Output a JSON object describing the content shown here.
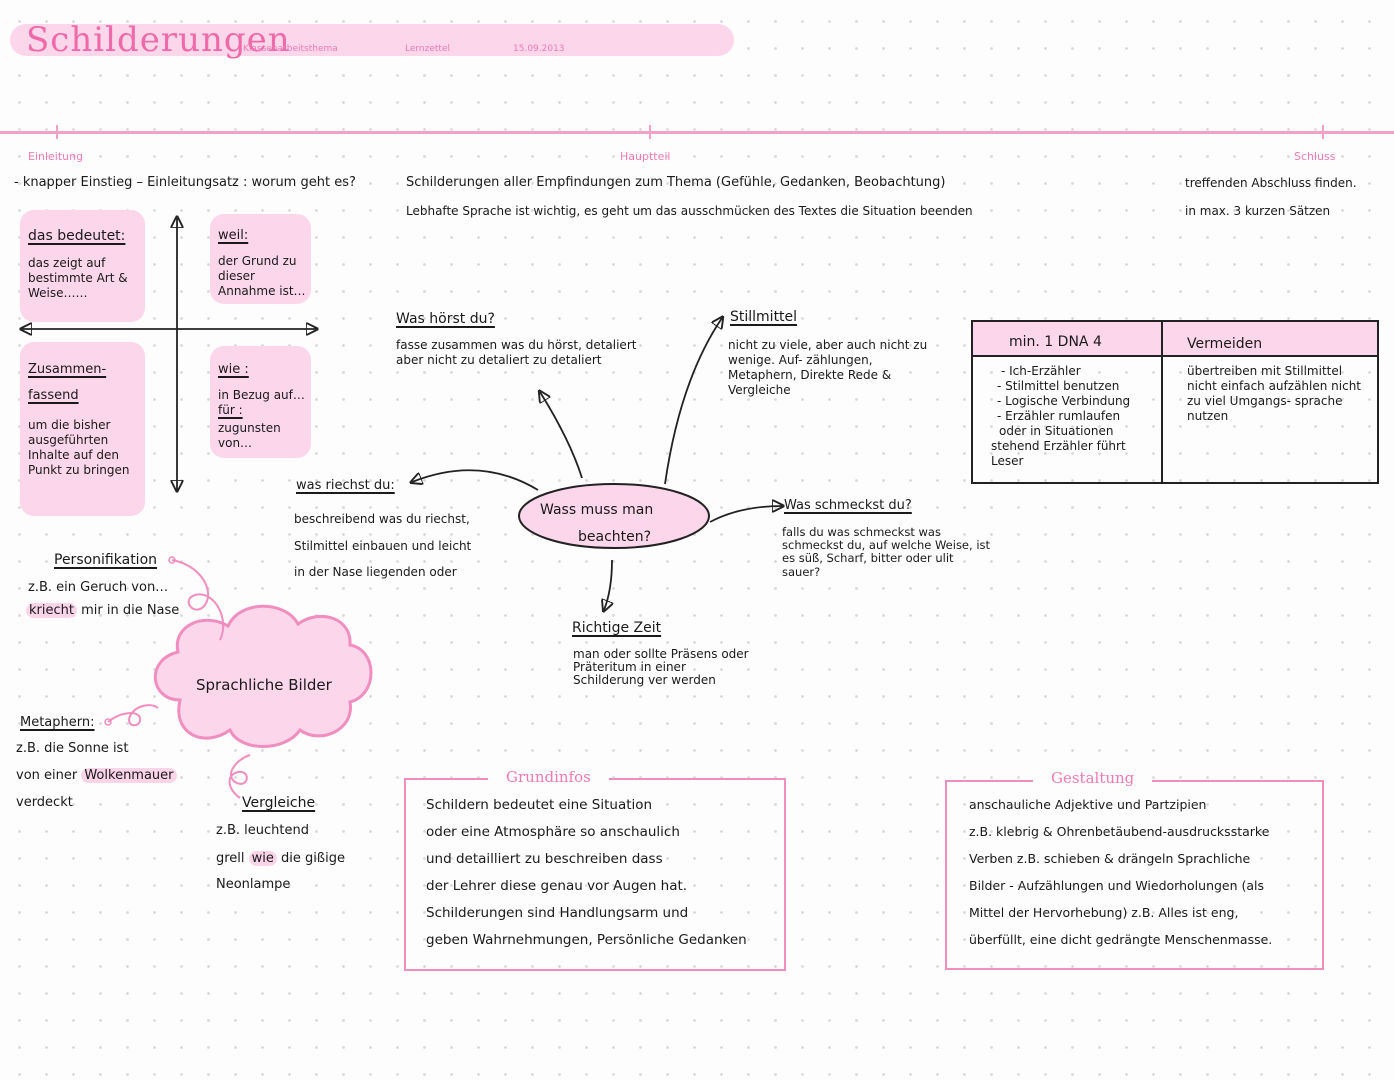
{
  "header": {
    "title": "Schilderungen",
    "meta": [
      "Klassenarbeitsthema",
      "Lernzettel",
      "15.09.2013"
    ]
  },
  "sections": {
    "einleitung": "Einleitung",
    "hauptteil": "Hauptteil",
    "schluss": "Schluss"
  },
  "einleitung_text": "- knapper Einstieg – Einleitungsatz : worum geht es?",
  "hauptteil_text": [
    "Schilderungen aller Empfindungen zum Thema (Gefühle, Gedanken, Beobachtung)",
    "Lebhafte Sprache ist wichtig, es geht um das ausschmücken des Textes die Situation beenden"
  ],
  "schluss_text": [
    "treffenden Abschluss finden.",
    "in max. 3 kurzen Sätzen"
  ],
  "quadrants": {
    "bedeutet": {
      "title": "das bedeutet:",
      "text": "das zeigt auf bestimmte Art & Weise……"
    },
    "weil": {
      "title": "weil:",
      "text": "der Grund zu dieser Annahme ist…"
    },
    "zusammen": {
      "title1": "Zusammen-",
      "title2": "fassend",
      "text": "um die bisher ausgeführten Inhalte auf den Punkt zu bringen"
    },
    "wie": {
      "title": "wie :",
      "text1": "in Bezug auf…",
      "label2": "für :",
      "text2": "zugunsten von…"
    }
  },
  "mindmap": {
    "center": [
      "Wass muss man",
      "beachten?"
    ],
    "hoerst": {
      "title": "Was hörst du?",
      "text": "fasse zusammen was du hörst, detaliert aber nicht zu detaliert zu detaliert"
    },
    "stilmittel": {
      "title": "Stillmittel",
      "text": "nicht zu viele, aber auch nicht zu wenige. Auf- zählungen, Metaphern, Direkte Rede & Vergleiche"
    },
    "riechst": {
      "title": "was riechst du:",
      "lines": [
        "beschreibend was du riechst,",
        "Stilmittel einbauen und leicht",
        "in der Nase liegenden oder"
      ]
    },
    "schmeckst": {
      "title": "Was schmeckst du?",
      "text": "falls du was schmeckst was schmeckst du, auf welche Weise, ist es süß, Scharf, bitter oder ulit sauer?"
    },
    "zeit": {
      "title": "Richtige Zeit",
      "text": "man oder sollte Präsens oder Präteritum in einer Schilderung ver werden"
    }
  },
  "dna_table": {
    "col1_header": "min. 1 DNA 4",
    "col2_header": "Vermeiden",
    "col1_lines": [
      "- Ich-Erzähler",
      "- Stilmittel benutzen",
      "- Logische Verbindung",
      "- Erzähler rumlaufen",
      "oder in Situationen",
      "stehend Erzähler führt",
      "Leser"
    ],
    "col2_text": "übertreiben mit Stillmittel nicht einfach aufzählen nicht zu viel Umgangs- sprache nutzen"
  },
  "bilder": {
    "cloud": "Sprachliche Bilder",
    "personifikation": {
      "title": "Personifikation",
      "line1": "z.B. ein Geruch von…",
      "line2_hl": "kriecht",
      "line2_rest": " mir in die Nase"
    },
    "metaphern": {
      "title": "Metaphern:",
      "line1": "z.B. die Sonne ist",
      "line2_pre": "von einer ",
      "line2_hl": "Wolkenmauer",
      "line3": "verdeckt"
    },
    "vergleiche": {
      "title": "Vergleiche",
      "line1": "z.B. leuchtend",
      "line2_pre": "grell ",
      "line2_hl": "wie",
      "line2_rest": " die gißige",
      "line3": "Neonlampe"
    }
  },
  "grundinfos": {
    "title": "Grundinfos",
    "lines": [
      "Schildern bedeutet eine Situation",
      "oder eine Atmosphäre so anschaulich",
      "und detailliert zu beschreiben dass",
      "der Lehrer diese genau vor Augen hat.",
      "Schilderungen sind Handlungsarm und",
      "geben Wahrnehmungen, Persönliche Gedanken"
    ]
  },
  "gestaltung": {
    "title": "Gestaltung",
    "lines": [
      "anschauliche Adjektive und Partzipien",
      "z.B. klebrig & Ohrenbetäubend-ausdrucksstarke",
      "Verben z.B. schieben & drängeln Sprachliche",
      "Bilder - Aufzählungen und Wiedorholungen (als",
      "Mittel der Hervorhebung) z.B. Alles ist eng,",
      "überfüllt, eine dicht gedrängte Menschenmasse."
    ]
  },
  "colors": {
    "accent": "#f07ab6",
    "highlight": "#fcd6ea",
    "line": "#f4a1c8"
  }
}
